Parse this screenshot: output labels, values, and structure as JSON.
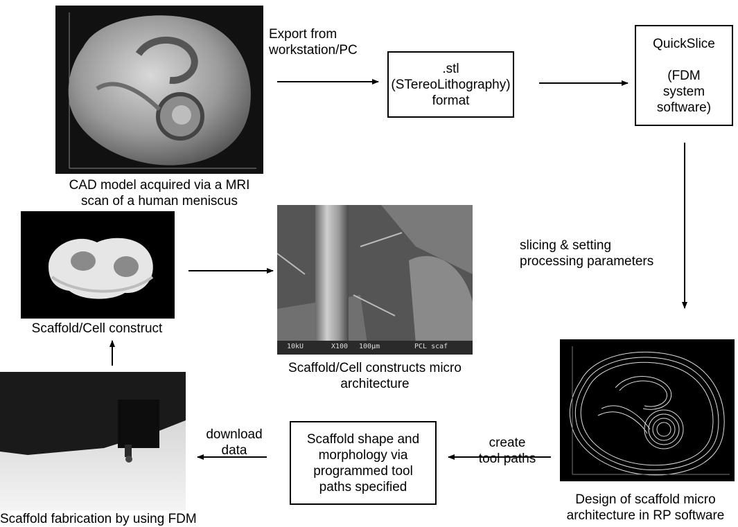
{
  "images": {
    "cad_model": "cad-model-mesh-image",
    "scaffold_photo": "scaffold-cell-construct-photo",
    "sem_photo": "sem-micrograph-photo",
    "fdm_photo": "fdm-fabrication-photo",
    "rp_design": "rp-design-wireframe-image"
  },
  "captions": {
    "cad_model": "CAD model acquired via a MRI\nscan of a human meniscus",
    "scaffold_construct": "Scaffold/Cell construct",
    "micro_architecture": "Scaffold/Cell constructs micro\narchitecture",
    "fdm_fabrication": "Scaffold fabrication by using FDM",
    "rp_design": "Design of scaffold micro\narchitecture in RP software"
  },
  "boxes": {
    "stl": ".stl\n(STereoLithography)\nformat",
    "quickslice": "QuickSlice\n\n(FDM\nsystem\nsoftware)",
    "toolpaths": "Scaffold shape and\nmorphology via\nprogrammed tool\npaths specified"
  },
  "arrow_labels": {
    "export": "Export from\nworkstation/PC",
    "slicing": "slicing & setting\nprocessing parameters",
    "create": "create\ntool paths",
    "download": "download\ndata"
  },
  "sem_labels": {
    "kv": "10kU",
    "mag": "X100",
    "scale": "100µm",
    "name": "PCL scaf"
  },
  "colors": {
    "line": "#000000",
    "photo_bg": "#000000"
  }
}
